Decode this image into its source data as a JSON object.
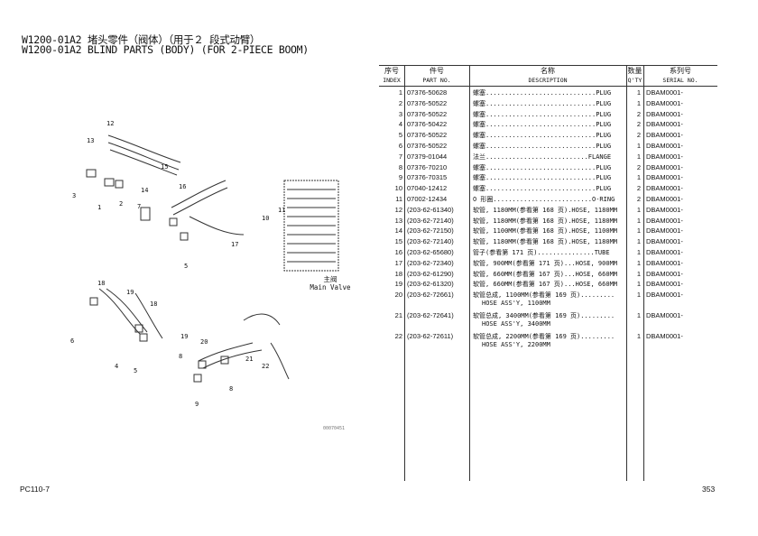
{
  "header": {
    "title_cn": "W1200-01A2 堵头零件（阀体）（用于２ 段式动臂）",
    "title_en": "W1200-01A2 BLIND PARTS (BODY) (FOR 2-PIECE BOOM)"
  },
  "table": {
    "headers": [
      {
        "cn": "序号",
        "en": "INDEX"
      },
      {
        "cn": "件号",
        "en": "PART NO."
      },
      {
        "cn": "名称",
        "en": "DESCRIPTION"
      },
      {
        "cn": "数量",
        "en": "Q'TY"
      },
      {
        "cn": "系列号",
        "en": "SERIAL NO."
      }
    ],
    "rows": [
      {
        "index": "1",
        "part": "07376-50628",
        "desc": "螺塞.............................PLUG",
        "desc2": "",
        "qty": "1",
        "serial": "DBAM0001-"
      },
      {
        "index": "2",
        "part": "07376-50522",
        "desc": "螺塞.............................PLUG",
        "desc2": "",
        "qty": "1",
        "serial": "DBAM0001-"
      },
      {
        "index": "3",
        "part": "07376-50522",
        "desc": "螺塞.............................PLUG",
        "desc2": "",
        "qty": "2",
        "serial": "DBAM0001-"
      },
      {
        "index": "4",
        "part": "07376-50422",
        "desc": "螺塞.............................PLUG",
        "desc2": "",
        "qty": "2",
        "serial": "DBAM0001-"
      },
      {
        "index": "5",
        "part": "07376-50522",
        "desc": "螺塞.............................PLUG",
        "desc2": "",
        "qty": "2",
        "serial": "DBAM0001-"
      },
      {
        "index": "6",
        "part": "07376-50522",
        "desc": "螺塞.............................PLUG",
        "desc2": "",
        "qty": "1",
        "serial": "DBAM0001-"
      },
      {
        "index": "7",
        "part": "07379-01044",
        "desc": "法兰...........................FLANGE",
        "desc2": "",
        "qty": "1",
        "serial": "DBAM0001-"
      },
      {
        "index": "8",
        "part": "07376-70210",
        "desc": "螺塞.............................PLUG",
        "desc2": "",
        "qty": "2",
        "serial": "DBAM0001-"
      },
      {
        "index": "9",
        "part": "07376-70315",
        "desc": "螺塞.............................PLUG",
        "desc2": "",
        "qty": "1",
        "serial": "DBAM0001-"
      },
      {
        "index": "10",
        "part": "07040-12412",
        "desc": "螺塞.............................PLUG",
        "desc2": "",
        "qty": "2",
        "serial": "DBAM0001-"
      },
      {
        "index": "11",
        "part": "07002-12434",
        "desc": "O 形圈..........................O-RING",
        "desc2": "",
        "qty": "2",
        "serial": "DBAM0001-"
      },
      {
        "index": "12",
        "part": "(203-62-61340)",
        "desc": "软管, 1180MM(参看第 168 页).HOSE, 1180MM",
        "desc2": "",
        "qty": "1",
        "serial": "DBAM0001-"
      },
      {
        "index": "13",
        "part": "(203-62-72140)",
        "desc": "软管, 1180MM(参看第 168 页).HOSE, 1180MM",
        "desc2": "",
        "qty": "1",
        "serial": "DBAM0001-"
      },
      {
        "index": "14",
        "part": "(203-62-72150)",
        "desc": "软管, 1100MM(参看第 168 页).HOSE, 1100MM",
        "desc2": "",
        "qty": "1",
        "serial": "DBAM0001-"
      },
      {
        "index": "15",
        "part": "(203-62-72140)",
        "desc": "软管, 1180MM(参看第 168 页).HOSE, 1180MM",
        "desc2": "",
        "qty": "1",
        "serial": "DBAM0001-"
      },
      {
        "index": "16",
        "part": "(203-62-65680)",
        "desc": "管子(参看第 171 页)...............TUBE",
        "desc2": "",
        "qty": "1",
        "serial": "DBAM0001-"
      },
      {
        "index": "17",
        "part": "(203-62-72340)",
        "desc": "软管, 900MM(参看第 171 页)...HOSE, 900MM",
        "desc2": "",
        "qty": "1",
        "serial": "DBAM0001-"
      },
      {
        "index": "18",
        "part": "(203-62-61290)",
        "desc": "软管, 660MM(参看第 167 页)...HOSE, 660MM",
        "desc2": "",
        "qty": "1",
        "serial": "DBAM0001-"
      },
      {
        "index": "19",
        "part": "(203-62-61320)",
        "desc": "软管, 660MM(参看第 167 页)...HOSE, 660MM",
        "desc2": "",
        "qty": "1",
        "serial": "DBAM0001-"
      },
      {
        "index": "20",
        "part": "(203-62-72661)",
        "desc": "软管总成, 1100MM(参看第 169 页).........",
        "desc2": "HOSE ASS'Y, 1100MM",
        "qty": "1",
        "serial": "DBAM0001-"
      },
      {
        "index": "21",
        "part": "(203-62-72641)",
        "desc": "软管总成, 3400MM(参看第 169 页).........",
        "desc2": "HOSE ASS'Y, 3400MM",
        "qty": "1",
        "serial": "DBAM0001-"
      },
      {
        "index": "22",
        "part": "(203-62-72611)",
        "desc": "软管总成, 2200MM(参看第 169 页).........",
        "desc2": "HOSE ASS'Y, 2200MM",
        "qty": "1",
        "serial": "DBAM0001-"
      }
    ]
  },
  "diagram": {
    "main_valve_cn": "主阀",
    "main_valve_en": "Main Valve",
    "drawing_no": "00070451",
    "callouts": [
      "12",
      "13",
      "15",
      "3",
      "1",
      "2",
      "14",
      "7",
      "16",
      "10",
      "11",
      "17",
      "5",
      "18",
      "19",
      "18",
      "6",
      "19",
      "4",
      "5",
      "20",
      "21",
      "22",
      "8",
      "8",
      "9"
    ]
  },
  "footer": {
    "model": "PC110-7",
    "page": "353"
  }
}
